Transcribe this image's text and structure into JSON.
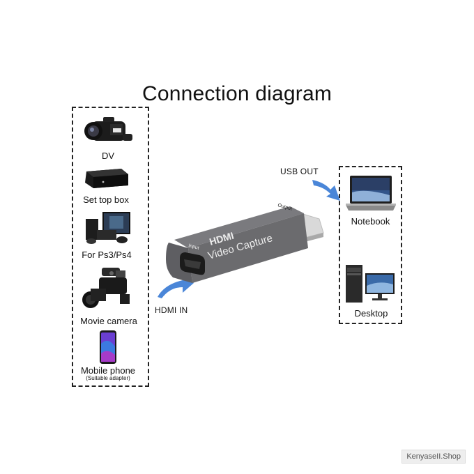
{
  "title": "Connection diagram",
  "sources": [
    {
      "label": "DV",
      "icon": "camcorder-icon"
    },
    {
      "label": "Set top box",
      "icon": "set-top-box-icon"
    },
    {
      "label": "For Ps3/Ps4",
      "icon": "game-console-icon"
    },
    {
      "label": "Movie camera",
      "icon": "movie-camera-icon"
    },
    {
      "label": "Mobile phone",
      "sublabel": "(Suitable adapter)",
      "icon": "smartphone-icon"
    }
  ],
  "device": {
    "brand": "HDMI",
    "model": "Video Capture",
    "input_port": "Input",
    "output_port": "Output",
    "body_color": "#6b6b6e"
  },
  "ports": {
    "in_label": "HDMI IN",
    "out_label": "USB OUT"
  },
  "destinations": [
    {
      "label": "Notebook",
      "icon": "laptop-icon"
    },
    {
      "label": "Desktop",
      "icon": "desktop-computer-icon"
    }
  ],
  "arrow_color": "#4a86d8",
  "watermark": "KenyaseII.Shop"
}
